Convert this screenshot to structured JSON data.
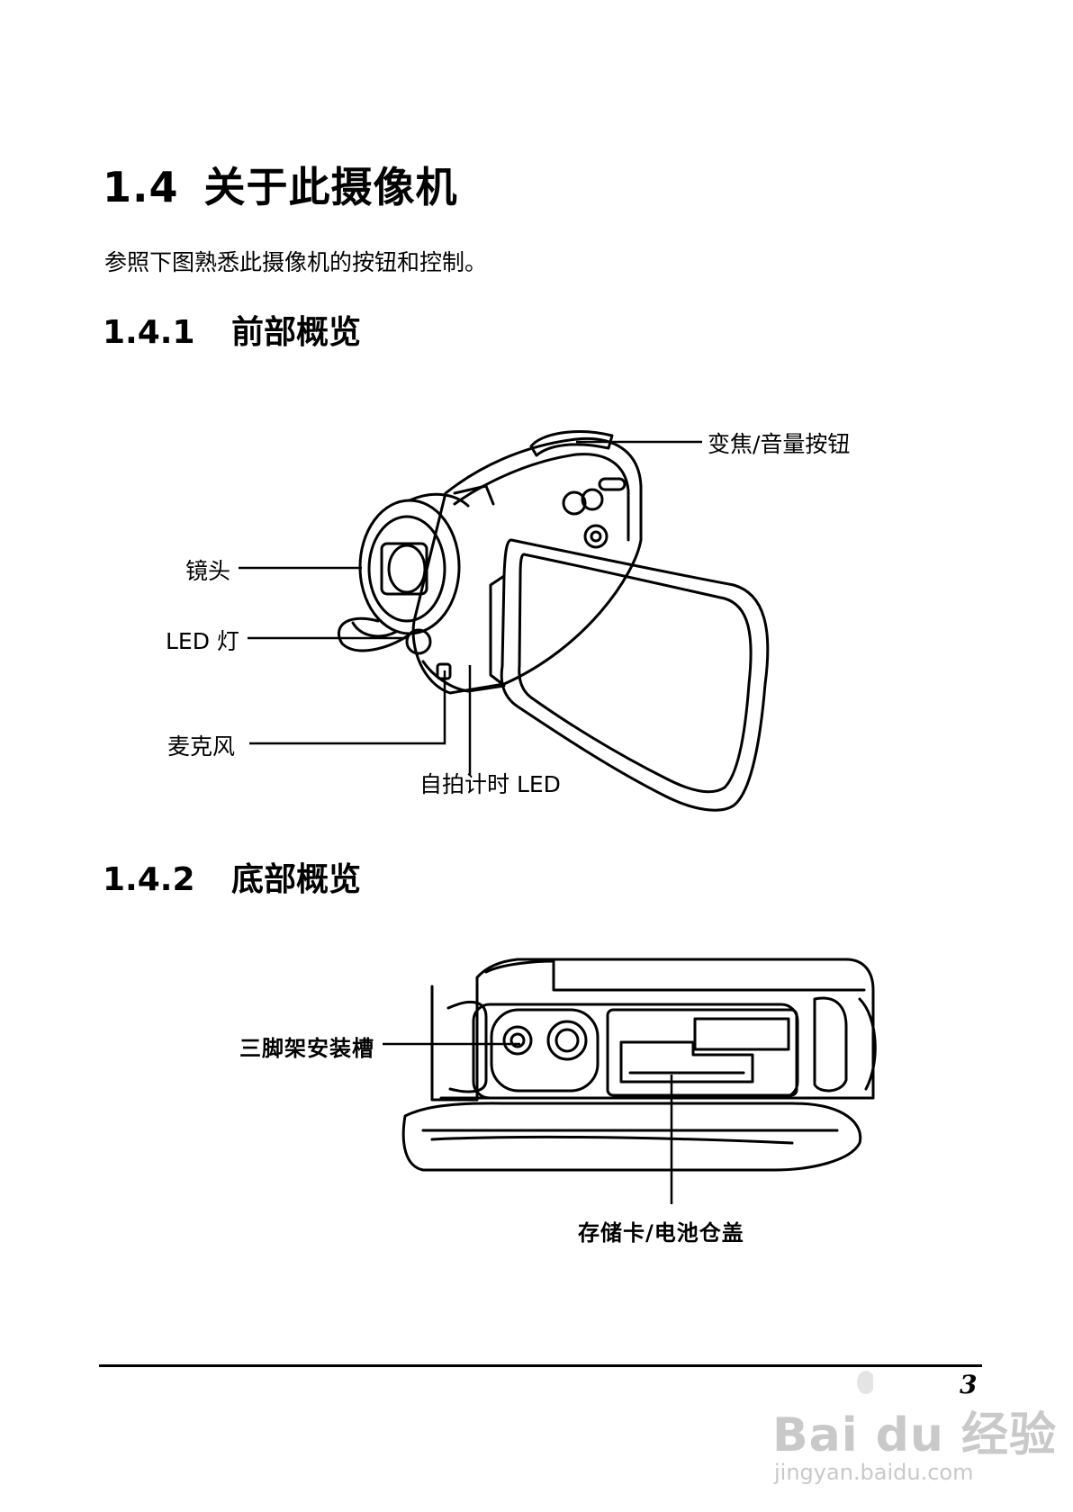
{
  "section": {
    "number": "1.4",
    "title": "关于此摄像机",
    "intro": "参照下图熟悉此摄像机的按钮和控制。"
  },
  "front_overview": {
    "number": "1.4.1",
    "title": "前部概览",
    "labels": {
      "zoom_volume": "变焦/音量按钮",
      "lens": "镜头",
      "led_light": "LED 灯",
      "microphone": "麦克风",
      "self_timer_led": "自拍计时 LED"
    }
  },
  "bottom_overview": {
    "number": "1.4.2",
    "title": "底部概览",
    "labels": {
      "tripod_socket": "三脚架安装槽",
      "card_battery_cover": "存储卡/电池仓盖"
    }
  },
  "footer": {
    "page_number": "3"
  },
  "watermark": {
    "brand": "Bai du 经验",
    "url": "jingyan.baidu.com"
  }
}
